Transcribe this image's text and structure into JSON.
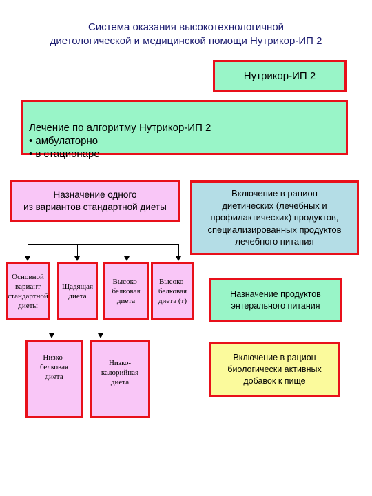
{
  "title": "Система оказания высокотехнологичной\nдиетологической и медицинской помощи Нутрикор-ИП 2",
  "colors": {
    "border": "#e8101a",
    "green": "#99f5c8",
    "pink": "#f9c6f7",
    "blue": "#b4dde6",
    "yellow": "#fbfa9c"
  },
  "nodes": {
    "nutrikor": "Нутрикор-ИП 2",
    "treatment": "Лечение по алгоритму Нутрикор-ИП 2\n• амбулаторно\n• в стационаре",
    "standard_diet": "Назначение одного\nиз вариантов стандартной диеты",
    "inclusion_diet_products": "Включение в рацион\nдиетических (лечебных и\nпрофилактических) продуктов,\nспециализированных продуктов\nлечебного питания",
    "diet_basic": "Основной\nвариант\nстандартной\nдиеты",
    "diet_sparing": "Щадящая\nдиета",
    "diet_high_protein": "Высоко-\nбелковая\nдиета",
    "diet_high_protein_t": "Высоко-\nбелковая\nдиета (т)",
    "diet_low_protein": "Низко-\nбелковая\nдиета",
    "diet_low_calorie": "Низко-\nкалорийная\nдиета",
    "enteral": "Назначение продуктов\nэнтерального питания",
    "supplements": "Включение в рацион\nбиологически активных\nдобавок к пище"
  }
}
